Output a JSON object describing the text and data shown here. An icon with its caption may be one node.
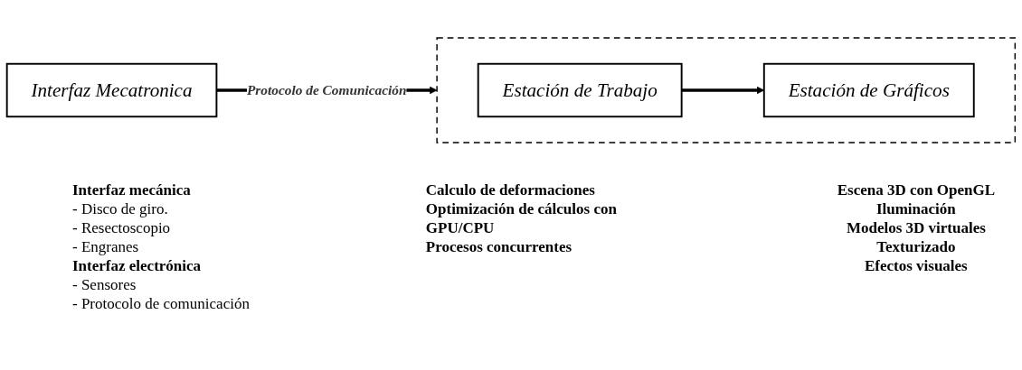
{
  "diagram": {
    "nodes": [
      {
        "text": [
          "Interfaz Mecatronica"
        ]
      },
      {
        "text": [],
        "shape": "box"
      },
      {
        "text": [
          "Estación de Trabajo"
        ],
        "in": 1
      },
      {
        "text": [
          "Estación de Gráficos"
        ],
        "in": 1
      }
    ],
    "edges": [
      {
        "from": 0,
        "to": 1,
        "arrow": "to",
        "label": "Protocolo de Comunicación"
      },
      {
        "from": 2,
        "to": 3,
        "arrow": "to"
      }
    ],
    "labels": [
      "Interfaz mecánica",
      "- Disco de giro.",
      "- Resectoscopio",
      "- Engranes",
      "Interfaz electrónica",
      "- Sensores",
      "- Protocolo de comunicación",
      "Calculo de deformaciones",
      "Optimización de cálculos con GPU/CPU",
      "Procesos concurrentes",
      "Escena 3D con OpenGL",
      "Iluminación",
      "Modelos 3D virtuales",
      "Texturizado",
      "Efectos visuales"
    ]
  }
}
